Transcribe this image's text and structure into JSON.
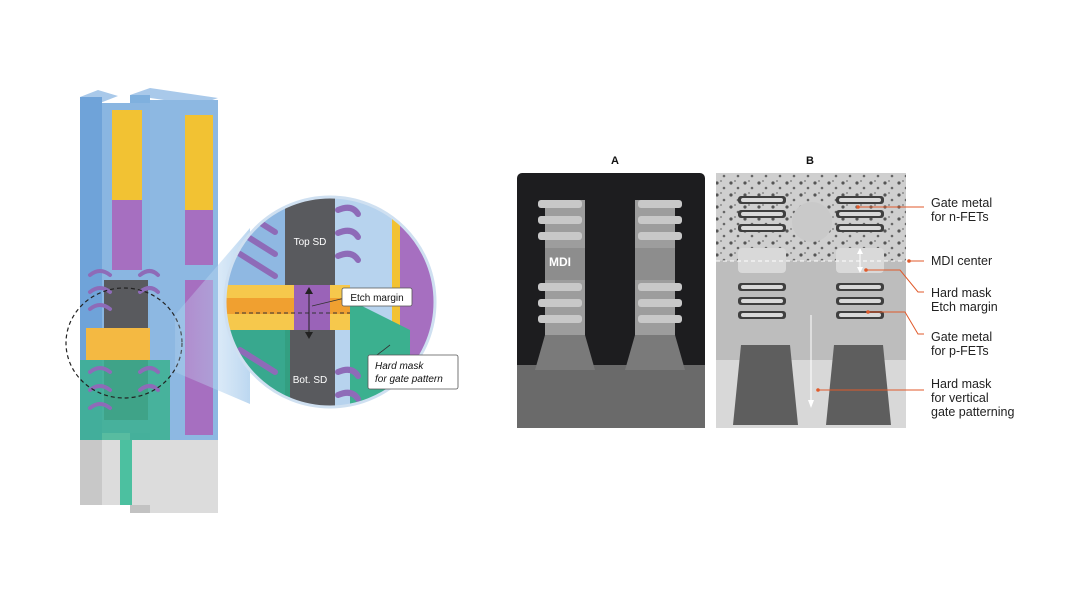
{
  "left_figure": {
    "top_sd": "Top SD",
    "bot_sd": "Bot. SD",
    "etch_margin": "Etch margin",
    "hard_mask_gate": "Hard mask\nfor gate pattern"
  },
  "panels": {
    "a_title": "A",
    "b_title": "B",
    "mdi_label": "MDI"
  },
  "legend": {
    "gate_metal_n": "Gate metal\nfor n-FETs",
    "mdi_center": "MDI center",
    "hard_mask_etch": "Hard mask\nEtch margin",
    "gate_metal_p": "Gate metal\nfor p-FETs",
    "hard_mask_vertical": "Hard mask\nfor vertical\ngate patterning"
  },
  "colors": {
    "accent_orange": "#e05a2b",
    "fin_blue": "#6fa3d9",
    "gate_purple": "#a66fc0",
    "etch_yellow": "#f4c430",
    "substrate_green": "#3bb08f"
  }
}
